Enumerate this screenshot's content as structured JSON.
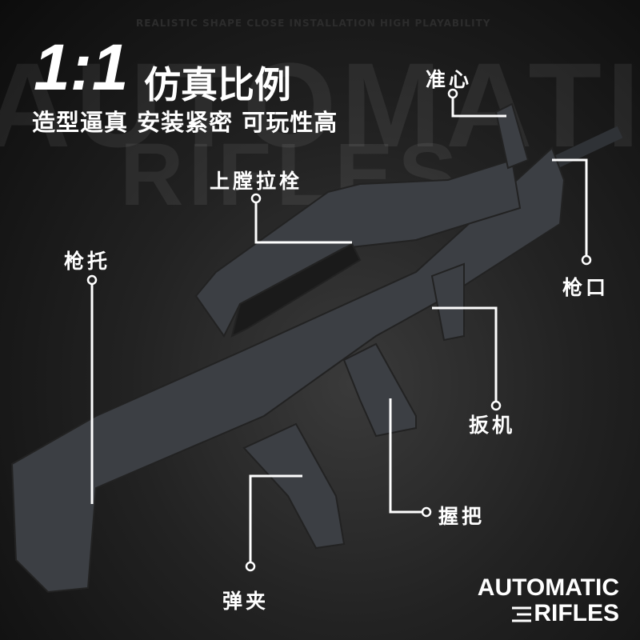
{
  "background_words": [
    "AUTOMATIC",
    "RIFLES"
  ],
  "tagline": "REALISTIC SHAPE   CLOSE INSTALLATION   HIGH PLAYABILITY",
  "headline": {
    "ratio": "1:1",
    "subtitle": "仿真比例"
  },
  "features": "造型逼真 安装紧密 可玩性高",
  "callouts": {
    "sight": "准心",
    "bolt": "上膛拉栓",
    "stock": "枪托",
    "muzzle": "枪口",
    "trigger": "扳机",
    "grip": "握把",
    "magazine": "弹夹"
  },
  "brand": {
    "line1": "AUTOMATIC",
    "line2": "RIFLES"
  },
  "colors": {
    "accent": "#ffffff",
    "gun": "#3c3f44",
    "studs": "#2a5a9a"
  }
}
